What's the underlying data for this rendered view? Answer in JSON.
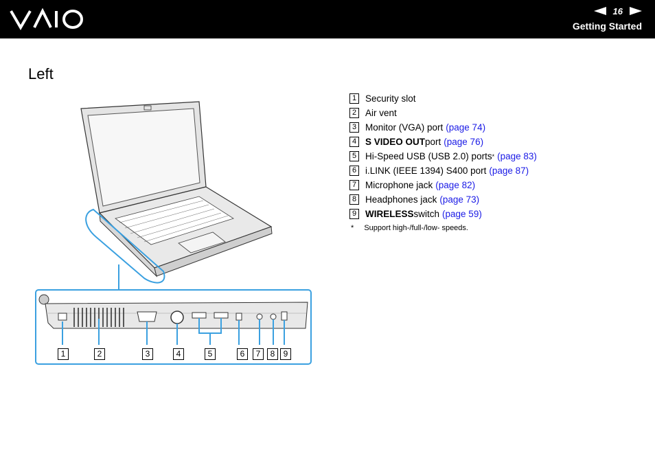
{
  "header": {
    "brand": "VAIO",
    "page_number": "16",
    "section": "Getting Started",
    "prev_icon": "left-triangle-arrow-icon",
    "next_icon": "right-triangle-arrow-icon"
  },
  "title": "Left",
  "items": [
    {
      "num": "1",
      "bold": "",
      "text": "Security slot",
      "sup": "",
      "link": ""
    },
    {
      "num": "2",
      "bold": "",
      "text": "Air vent",
      "sup": "",
      "link": ""
    },
    {
      "num": "3",
      "bold": "",
      "text": "Monitor (VGA) port ",
      "sup": "",
      "link": "(page 74)"
    },
    {
      "num": "4",
      "bold": "S VIDEO OUT",
      "text": " port ",
      "sup": "",
      "link": "(page 76)"
    },
    {
      "num": "5",
      "bold": "",
      "text": "Hi-Speed USB (USB 2.0) ports",
      "sup": "*",
      "link": "(page 83)"
    },
    {
      "num": "6",
      "bold": "",
      "text": "i.LINK (IEEE 1394) S400 port ",
      "sup": "",
      "link": "(page 87)"
    },
    {
      "num": "7",
      "bold": "",
      "text": "Microphone jack ",
      "sup": "",
      "link": "(page 82)"
    },
    {
      "num": "8",
      "bold": "",
      "text": "Headphones jack ",
      "sup": "",
      "link": "(page 73)"
    },
    {
      "num": "9",
      "bold": "WIRELESS",
      "text": " switch ",
      "sup": "",
      "link": "(page 59)"
    }
  ],
  "footnote": {
    "mark": "*",
    "text": "Support high-/full-/low- speeds."
  },
  "callouts": [
    "1",
    "2",
    "3",
    "4",
    "5",
    "6",
    "7",
    "8",
    "9"
  ],
  "colors": {
    "header_bg": "#000000",
    "link": "#1a1ae6",
    "highlight": "#3aa0e0"
  }
}
